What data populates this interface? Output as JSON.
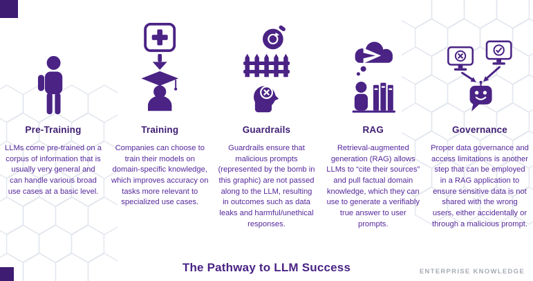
{
  "page": {
    "title": "The Pathway to LLM Success",
    "brand": "ENTERPRISE KNOWLEDGE"
  },
  "colors": {
    "purple": "#4A2385",
    "heading_purple": "#3E1C72",
    "body_purple": "#54279B",
    "hex_outline": "#E3E7EE",
    "brand_gray": "#A6ABB4"
  },
  "columns": [
    {
      "heading": "Pre-Training",
      "icons": [
        "backpacker-person-icon"
      ],
      "body": "LLMs come pre-trained on a corpus of information that is usually very general and can handle various broad use cases at a basic level."
    },
    {
      "heading": "Training",
      "icons": [
        "knowledge-book-icon",
        "down-arrow-icon",
        "graduate-icon"
      ],
      "body": "Companies can choose to train their models on domain-specific knowledge, which improves accuracy on tasks more relevant to specialized use cases."
    },
    {
      "heading": "Guardrails",
      "icons": [
        "bomb-icon",
        "fence-icon",
        "blocked-head-icon"
      ],
      "body": "Guardrails ensure that malicious prompts (represented by the bomb in this graphic) are not passed along to the LLM, resulting in outcomes such as data leaks and harmful/unethical responses."
    },
    {
      "heading": "RAG",
      "icons": [
        "thought-cloud-plane-icon",
        "person-icon",
        "books-icon"
      ],
      "body": "Retrieval-augmented generation (RAG) allows LLMs to “cite their sources” and pull factual domain knowledge, which they can use to generate a verifiably true answer to user prompts."
    },
    {
      "heading": "Governance",
      "icons": [
        "blocked-monitor-icon",
        "allowed-monitor-icon",
        "chatbot-icon"
      ],
      "body": "Proper data governance and access limitations is another step that can be employed in a RAG application to ensure sensitive data is not shared with the wrong users, either accidentally or through a malicious prompt."
    }
  ]
}
